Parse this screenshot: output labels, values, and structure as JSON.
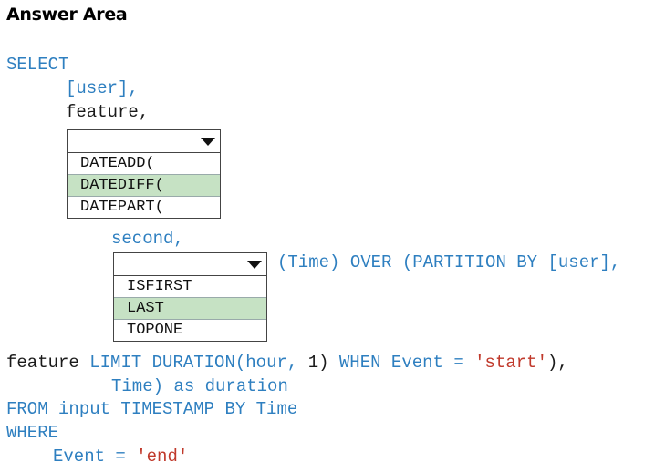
{
  "title": "Answer Area",
  "code": {
    "select_kw": "SELECT",
    "user_col": "[user],",
    "feature_col": "feature,",
    "second_arg": "second,",
    "time_paren": "(Time)",
    "over_kw": "OVER",
    "partition_by": "(PARTITION BY",
    "user_ref": "[user],",
    "feature_word": "feature",
    "limit_duration": "LIMIT DURATION(",
    "hour_arg": "hour,",
    "one_arg": "1)",
    "when_kw": "WHEN",
    "event_col": "Event",
    "equals": "=",
    "start_str": "'start'",
    "close_paren": "),",
    "time_close": "Time)",
    "as_duration": "as duration",
    "from_line": "FROM input TIMESTAMP BY Time",
    "where_kw": "WHERE",
    "event_col2": "Event",
    "equals2": "=",
    "end_str": "'end'"
  },
  "dropdown1": {
    "selected": "",
    "options": [
      "DATEADD(",
      "DATEDIFF(",
      "DATEPART("
    ],
    "highlighted": "DATEDIFF("
  },
  "dropdown2": {
    "selected": "",
    "options": [
      "ISFIRST",
      "LAST",
      "TOPONE"
    ],
    "highlighted": "LAST"
  },
  "colors": {
    "keyword": "#2e7fc0",
    "string": "#c0392b",
    "selected_option": "#c6e2c4"
  },
  "icons": {
    "dropdown_toggle": "chevron-down-icon"
  }
}
